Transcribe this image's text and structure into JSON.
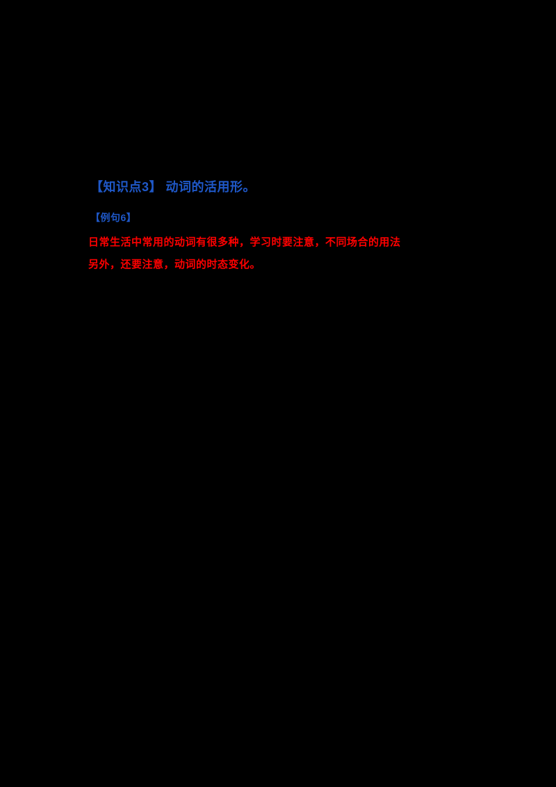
{
  "colors": {
    "background": "#000000",
    "heading_blue": "#1f58c8",
    "body_red": "#ff0000"
  },
  "document": {
    "heading": "【知识点3】 动词的活用形。",
    "subheading": "【例句6】",
    "paragraph_lines": [
      "日常生活中常用的动词有很多种，学习时要注意，不同场合的用法",
      "另外，还要注意，动词的时态变化。"
    ]
  }
}
